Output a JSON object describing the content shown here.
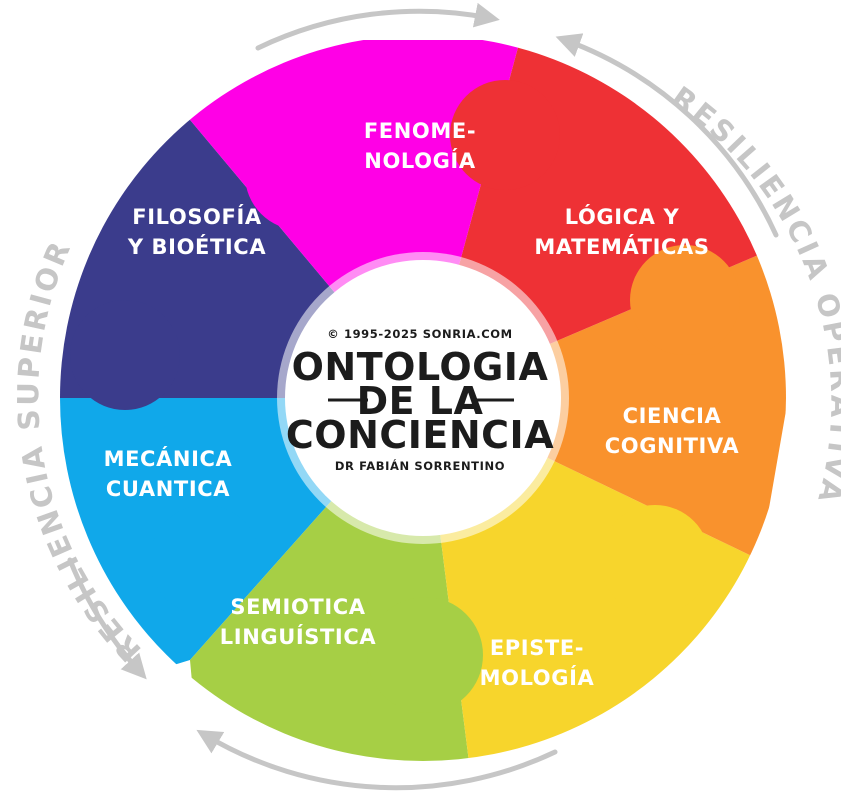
{
  "center": {
    "copyright": "© 1995-2025 SONRIA.COM",
    "title_line1": "ONTOLOGIA",
    "title_line2": "DE LA",
    "title_line3": "CONCIENCIA",
    "author": "DR FABIÁN SORRENTINO"
  },
  "segments": [
    {
      "id": "fenomenologia",
      "color": "#ff00e6",
      "line1": "FENOME-",
      "line2": "NOLOGÍA"
    },
    {
      "id": "logica",
      "color": "#ee3135",
      "line1": "LÓGICA Y",
      "line2": "MATEMÁTICAS"
    },
    {
      "id": "ciencia",
      "color": "#f9922d",
      "line1": "CIENCIA",
      "line2": "COGNITIVA"
    },
    {
      "id": "epistemologia",
      "color": "#f7d52c",
      "line1": "EPISTE-",
      "line2": "MOLOGÍA"
    },
    {
      "id": "semiotica",
      "color": "#a6cf45",
      "line1": "SEMIOTICA",
      "line2": "LINGUÍSTICA"
    },
    {
      "id": "mecanica",
      "color": "#10a8ea",
      "line1": "MECÁNICA",
      "line2": "CUANTICA"
    },
    {
      "id": "filosofia",
      "color": "#3b3c8c",
      "line1": "FILOSOFÍA",
      "line2": "Y BIOÉTICA"
    }
  ],
  "ring": {
    "left_label": "RESILIENCIA SUPERIOR",
    "right_label": "RESILIENCIA OPERATIVA",
    "arrow_color": "#c6c6c6"
  }
}
